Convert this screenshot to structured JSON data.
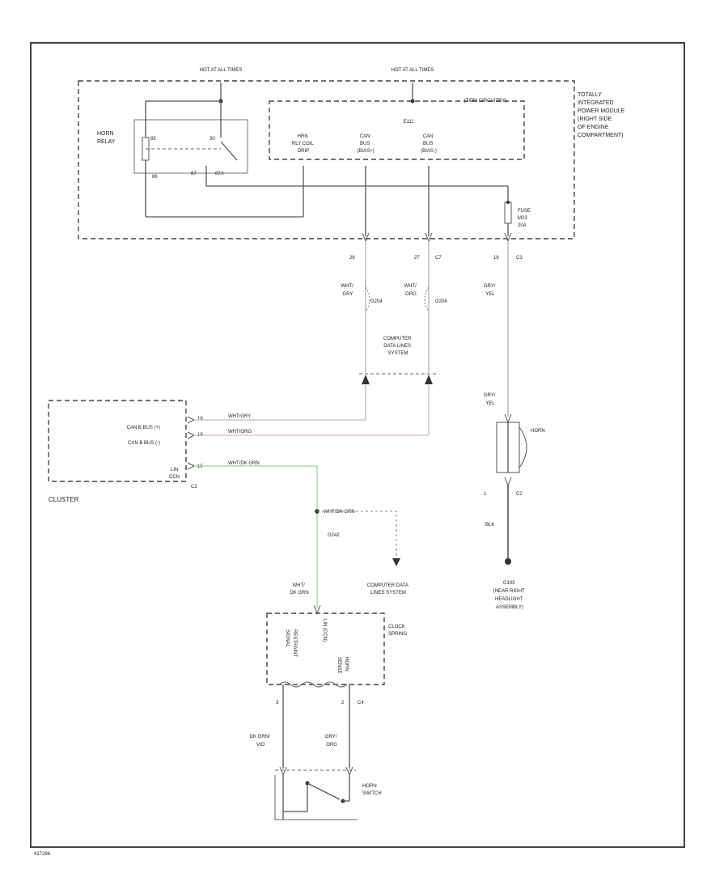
{
  "colors": {
    "wire_white_grey": "#bdbdbd",
    "wire_white_orange": "#f0b890",
    "wire_white_green": "#8fdc8f",
    "wire_grey_yellow": "#c8c8c8",
    "wire_black": "#4a4a4a",
    "frame": "#444444"
  },
  "tipm": {
    "hot1": "HOT AT ALL TIMES",
    "hot2": "HOT AT ALL TIMES",
    "title_lines": [
      "TOTALLY",
      "INTEGRATED",
      "POWER MODULE",
      "(RIGHT SIDE",
      "OF ENGINE",
      "COMPARTMENT)"
    ],
    "relay_label_lines": [
      "HORN",
      "RELAY"
    ],
    "pin30": "30",
    "pin85": "85",
    "pin86": "86",
    "pin87": "87",
    "pin87a": "87A",
    "controller_label": "(TIPM CIRCUITRY)",
    "e_label": "E111",
    "col1_lines": [
      "HRN",
      "RLY COIL",
      "DRIP"
    ],
    "col2_lines": [
      "CAN",
      "BUS",
      "(BIAS+)"
    ],
    "col3_lines": [
      "CAN",
      "BUS",
      "(BIAS-)"
    ],
    "fuse_lines": [
      "FUSE",
      "M23",
      "20A"
    ]
  },
  "tipm_pins": {
    "p26": "26",
    "p27": "27",
    "c7": "C7",
    "p16": "16",
    "c3": "C3"
  },
  "wires_upper": {
    "w1_lines": [
      "WHT/",
      "GRY"
    ],
    "w2_lines": [
      "WHT/",
      "ORG"
    ],
    "w3_lines": [
      "GRY/",
      "YEL"
    ],
    "splice1": "G204",
    "splice2": "G204"
  },
  "cdls": {
    "top_lines": [
      "COMPUTER",
      "DATA LINES",
      "SYSTEM"
    ],
    "bottom_lines": [
      "COMPUTER DATA",
      "LINES SYSTEM"
    ]
  },
  "cluster": {
    "name": "CLUSTER",
    "can_plus": "CAN B BUS (+)",
    "can_minus": "CAN B BUS (-)",
    "lin_lines": [
      "LIN",
      "CCN"
    ],
    "c2": "C2",
    "pin18": "18",
    "pin19": "19",
    "pin15": "15",
    "wire_grey": "WHT/GRY",
    "wire_org": "WHT/ORG",
    "wire_green": "WHT/DK GRN"
  },
  "splice_lower": {
    "label": "WHT/DK GRN",
    "id": "G242"
  },
  "horn": {
    "wire_lines": [
      "GRY/",
      "YEL"
    ],
    "name": "HORN",
    "pin1": "1",
    "c2": "C2",
    "blk": "BLK",
    "ground_lines": [
      "G103",
      "(NEAR RIGHT",
      "HEADLIGHT",
      "ASSEMBLY)"
    ]
  },
  "clock_spring": {
    "name_lines": [
      "CLOCK",
      "SPRING"
    ],
    "wire_top_lines": [
      "WHT/",
      "DK GRN"
    ],
    "inner1_lines": [
      "RESTRAINT",
      "SIGNAL"
    ],
    "inner2": "LIN (CCN)",
    "inner3_lines": [
      "HORN",
      "SENSE"
    ],
    "pin3": "3",
    "pin2": "2",
    "c4": "C4",
    "wire_left_lines": [
      "DK GRN/",
      "VIO"
    ],
    "wire_right_lines": [
      "GRY/",
      "ORG"
    ]
  },
  "horn_switch": {
    "name_lines": [
      "HORN",
      "SWITCH"
    ]
  },
  "footer": {
    "code": "417286"
  }
}
